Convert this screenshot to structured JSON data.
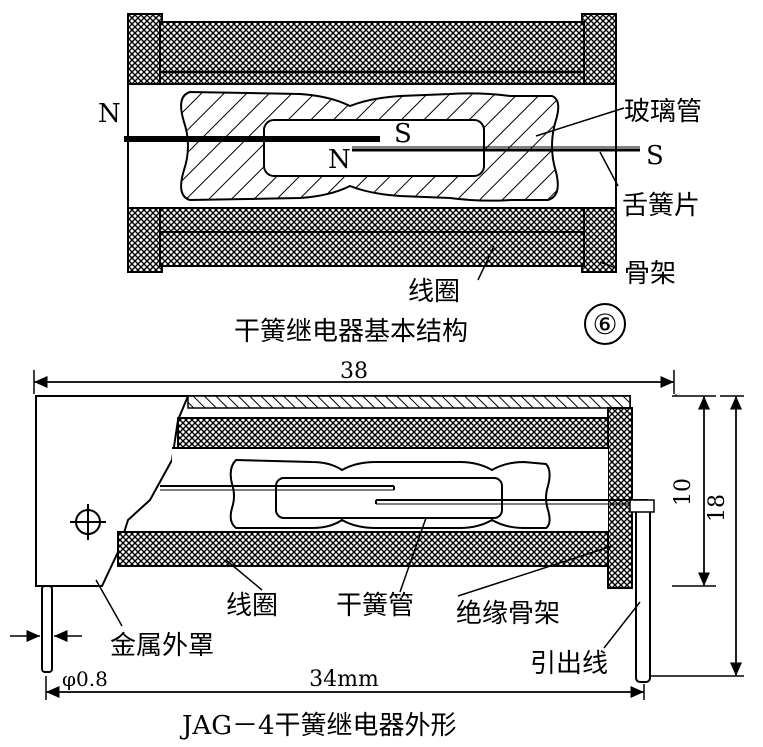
{
  "top": {
    "pole_left_n": "N",
    "pole_inner_s": "S",
    "pole_inner_n": "N",
    "pole_right_s": "S",
    "label_glass_tube": "玻璃管",
    "label_reed": "舌簧片",
    "label_coil": "线圈",
    "label_bobbin": "骨架",
    "caption": "干簧继电器基本结构",
    "figure_number": "⑥"
  },
  "bottom": {
    "dim_length": "38",
    "dim_height_inner": "10",
    "dim_height_outer": "18",
    "dim_base": "34mm",
    "dim_pin_diameter": "φ0.8",
    "label_coil": "线圈",
    "label_reed_tube": "干簧管",
    "label_insulated_bobbin": "绝缘骨架",
    "label_metal_shell": "金属外罩",
    "label_lead_wire": "引出线",
    "caption": "JAG－4干簧继电器外形"
  }
}
